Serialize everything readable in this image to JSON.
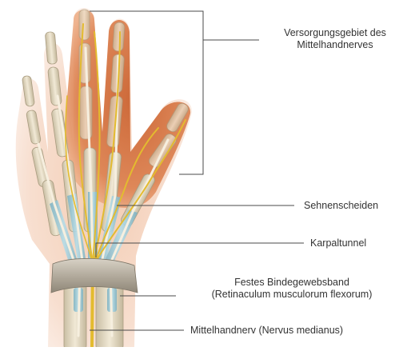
{
  "labels": {
    "supply_area_line1": "Versorgungsgebiet des",
    "supply_area_line2": "Mittelhandnerves",
    "tendon_sheaths": "Sehnenscheiden",
    "carpal_tunnel": "Karpaltunnel",
    "ligament_line1": "Festes Bindegewebsband",
    "ligament_line2": "(Retinaculum musculorum flexorum)",
    "median_nerve": "Mittelhandnerv (Nervus medianus)"
  },
  "colors": {
    "skin": "#f3cdb8",
    "supply_area": "#d9743e",
    "bone": "#e6dcc4",
    "tendon_sheath": "#9cc9d6",
    "nerve": "#e8c23a",
    "tendon": "#f4ecd8",
    "ligament": "#b9b2a6",
    "leader_line": "#4a4a4a"
  }
}
